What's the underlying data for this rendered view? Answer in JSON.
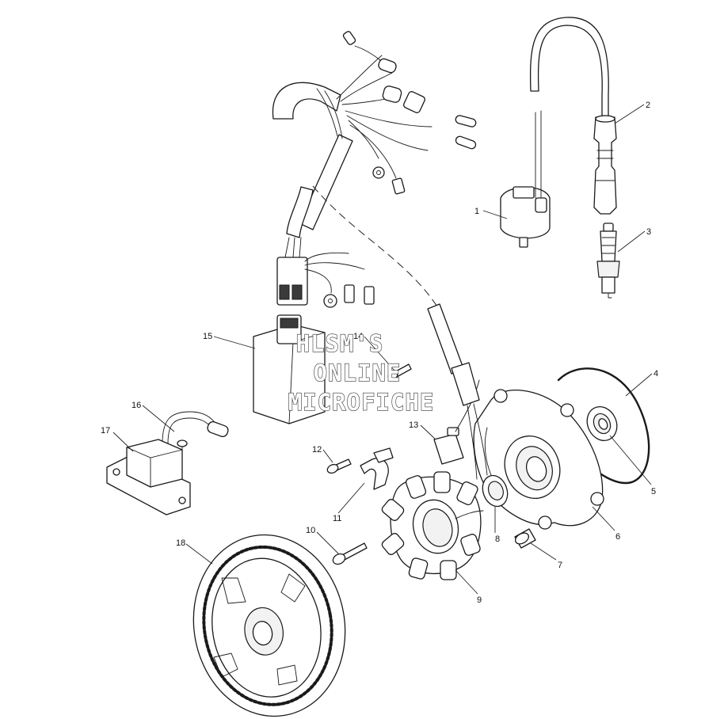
{
  "watermark": {
    "lines": [
      "HLSM'S",
      "ONLINE",
      "MICROFICHE"
    ]
  },
  "callouts": [
    {
      "id": "1",
      "label": "1"
    },
    {
      "id": "2",
      "label": "2"
    },
    {
      "id": "3",
      "label": "3"
    },
    {
      "id": "4",
      "label": "4"
    },
    {
      "id": "5",
      "label": "5"
    },
    {
      "id": "6",
      "label": "6"
    },
    {
      "id": "7",
      "label": "7"
    },
    {
      "id": "8",
      "label": "8"
    },
    {
      "id": "9",
      "label": "9"
    },
    {
      "id": "10",
      "label": "10"
    },
    {
      "id": "11",
      "label": "11"
    },
    {
      "id": "12",
      "label": "12"
    },
    {
      "id": "13",
      "label": "13"
    },
    {
      "id": "14",
      "label": "14"
    },
    {
      "id": "15",
      "label": "15"
    },
    {
      "id": "16",
      "label": "16"
    },
    {
      "id": "17",
      "label": "17"
    },
    {
      "id": "18",
      "label": "18"
    }
  ]
}
